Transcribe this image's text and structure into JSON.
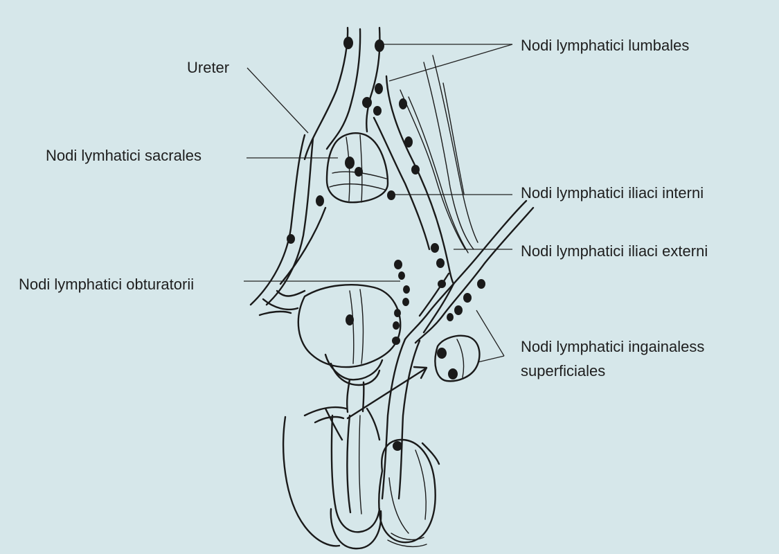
{
  "labels": {
    "ureter": "Ureter",
    "sacrales": "Nodi lymhatici sacrales",
    "obturatorii": "Nodi lymphatici obturatorii",
    "lumbales": "Nodi lymphatici lumbales",
    "iliaci_interni": "Nodi lymphatici iliaci interni",
    "iliaci_externi": "Nodi lymphatici iliaci externi",
    "ingainaless_line1": "Nodi lymphatici ingainaless",
    "ingainaless_line2": "superficiales"
  },
  "colors": {
    "background": "#d6e7ea",
    "ink": "#1a1a1a"
  }
}
